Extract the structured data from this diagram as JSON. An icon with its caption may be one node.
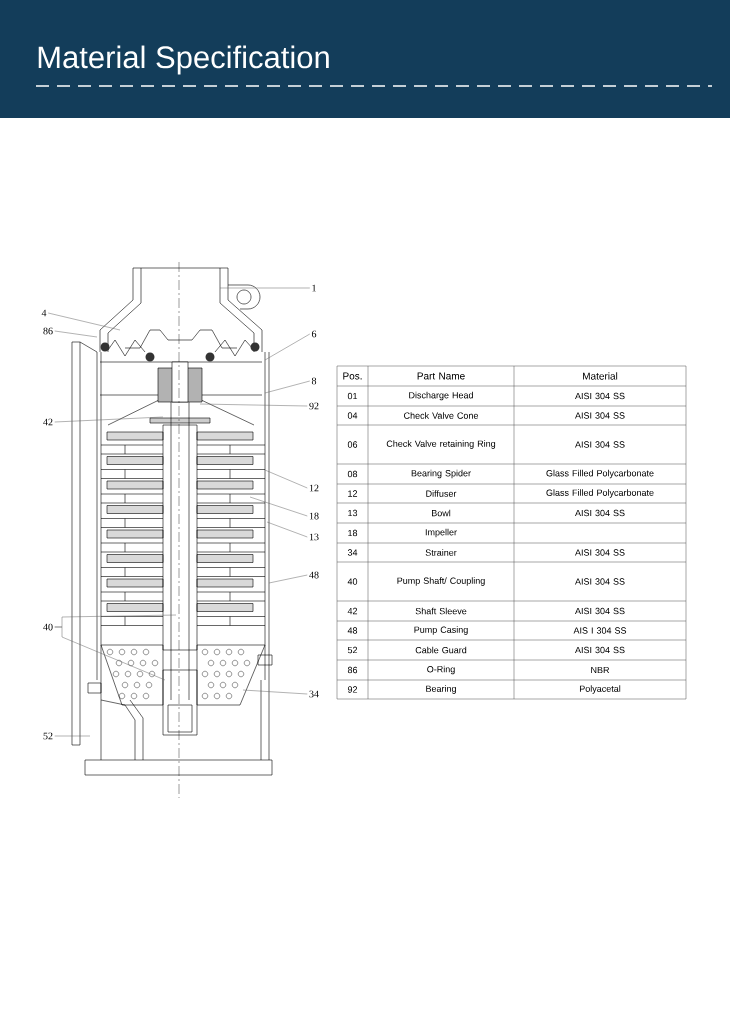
{
  "diagram": {
    "title": "Material Specification",
    "nodes": [
      {
        "text": [
          "1"
        ]
      },
      {
        "text": [
          "4"
        ]
      },
      {
        "text": [
          "86"
        ]
      },
      {
        "text": [
          "6"
        ]
      },
      {
        "text": [
          "8"
        ]
      },
      {
        "text": [
          "92"
        ]
      },
      {
        "text": [
          "42"
        ]
      },
      {
        "text": [
          "12"
        ]
      },
      {
        "text": [
          "18"
        ]
      },
      {
        "text": [
          "13"
        ]
      },
      {
        "text": [
          "48"
        ]
      },
      {
        "text": [
          "40"
        ]
      },
      {
        "text": [
          "34"
        ]
      },
      {
        "text": [
          "52"
        ]
      }
    ],
    "edges": [
      {
        "from": 0,
        "to": null,
        "arrow": "none"
      },
      {
        "from": 1,
        "to": null,
        "arrow": "none"
      },
      {
        "from": 2,
        "to": null,
        "arrow": "none"
      },
      {
        "from": 3,
        "to": null,
        "arrow": "none"
      },
      {
        "from": 4,
        "to": null,
        "arrow": "none"
      },
      {
        "from": 5,
        "to": null,
        "arrow": "none"
      },
      {
        "from": 6,
        "to": null,
        "arrow": "none"
      },
      {
        "from": 7,
        "to": null,
        "arrow": "none"
      },
      {
        "from": 8,
        "to": null,
        "arrow": "none"
      },
      {
        "from": 9,
        "to": null,
        "arrow": "none"
      },
      {
        "from": 10,
        "to": null,
        "arrow": "none"
      },
      {
        "from": 11,
        "to": null,
        "arrow": "none"
      },
      {
        "from": 11,
        "to": null,
        "arrow": "none"
      },
      {
        "from": 12,
        "to": null,
        "arrow": "none"
      },
      {
        "from": 13,
        "to": null,
        "arrow": "none"
      }
    ],
    "labels": [
      "Pos.",
      "Part Name",
      "Material",
      "01",
      "Discharge Head",
      "AISI 304 SS",
      "04",
      "Check Valve Cone",
      "AISI 304 SS",
      "06",
      "Check Valve retaining Ring",
      "AISI 304 SS",
      "08",
      "Bearing Spider",
      "Glass Filled Polycarbonate",
      "12",
      "Diffuser",
      "Glass Filled Polycarbonate",
      "13",
      "Bowl",
      "AISI 304 SS",
      "18",
      "Impeller",
      "34",
      "Strainer",
      "AISI 304 SS",
      "40",
      "Pump Shaft/ Coupling",
      "AISI 304 SS",
      "42",
      "Shaft Sleeve",
      "AISI 304 SS",
      "48",
      "Pump Casing",
      "AIS I 304 SS",
      "52",
      "Cable Guard",
      "AISI 304 SS",
      "86",
      "O-Ring",
      "NBR",
      "92",
      "Bearing",
      "Polyacetal"
    ]
  }
}
